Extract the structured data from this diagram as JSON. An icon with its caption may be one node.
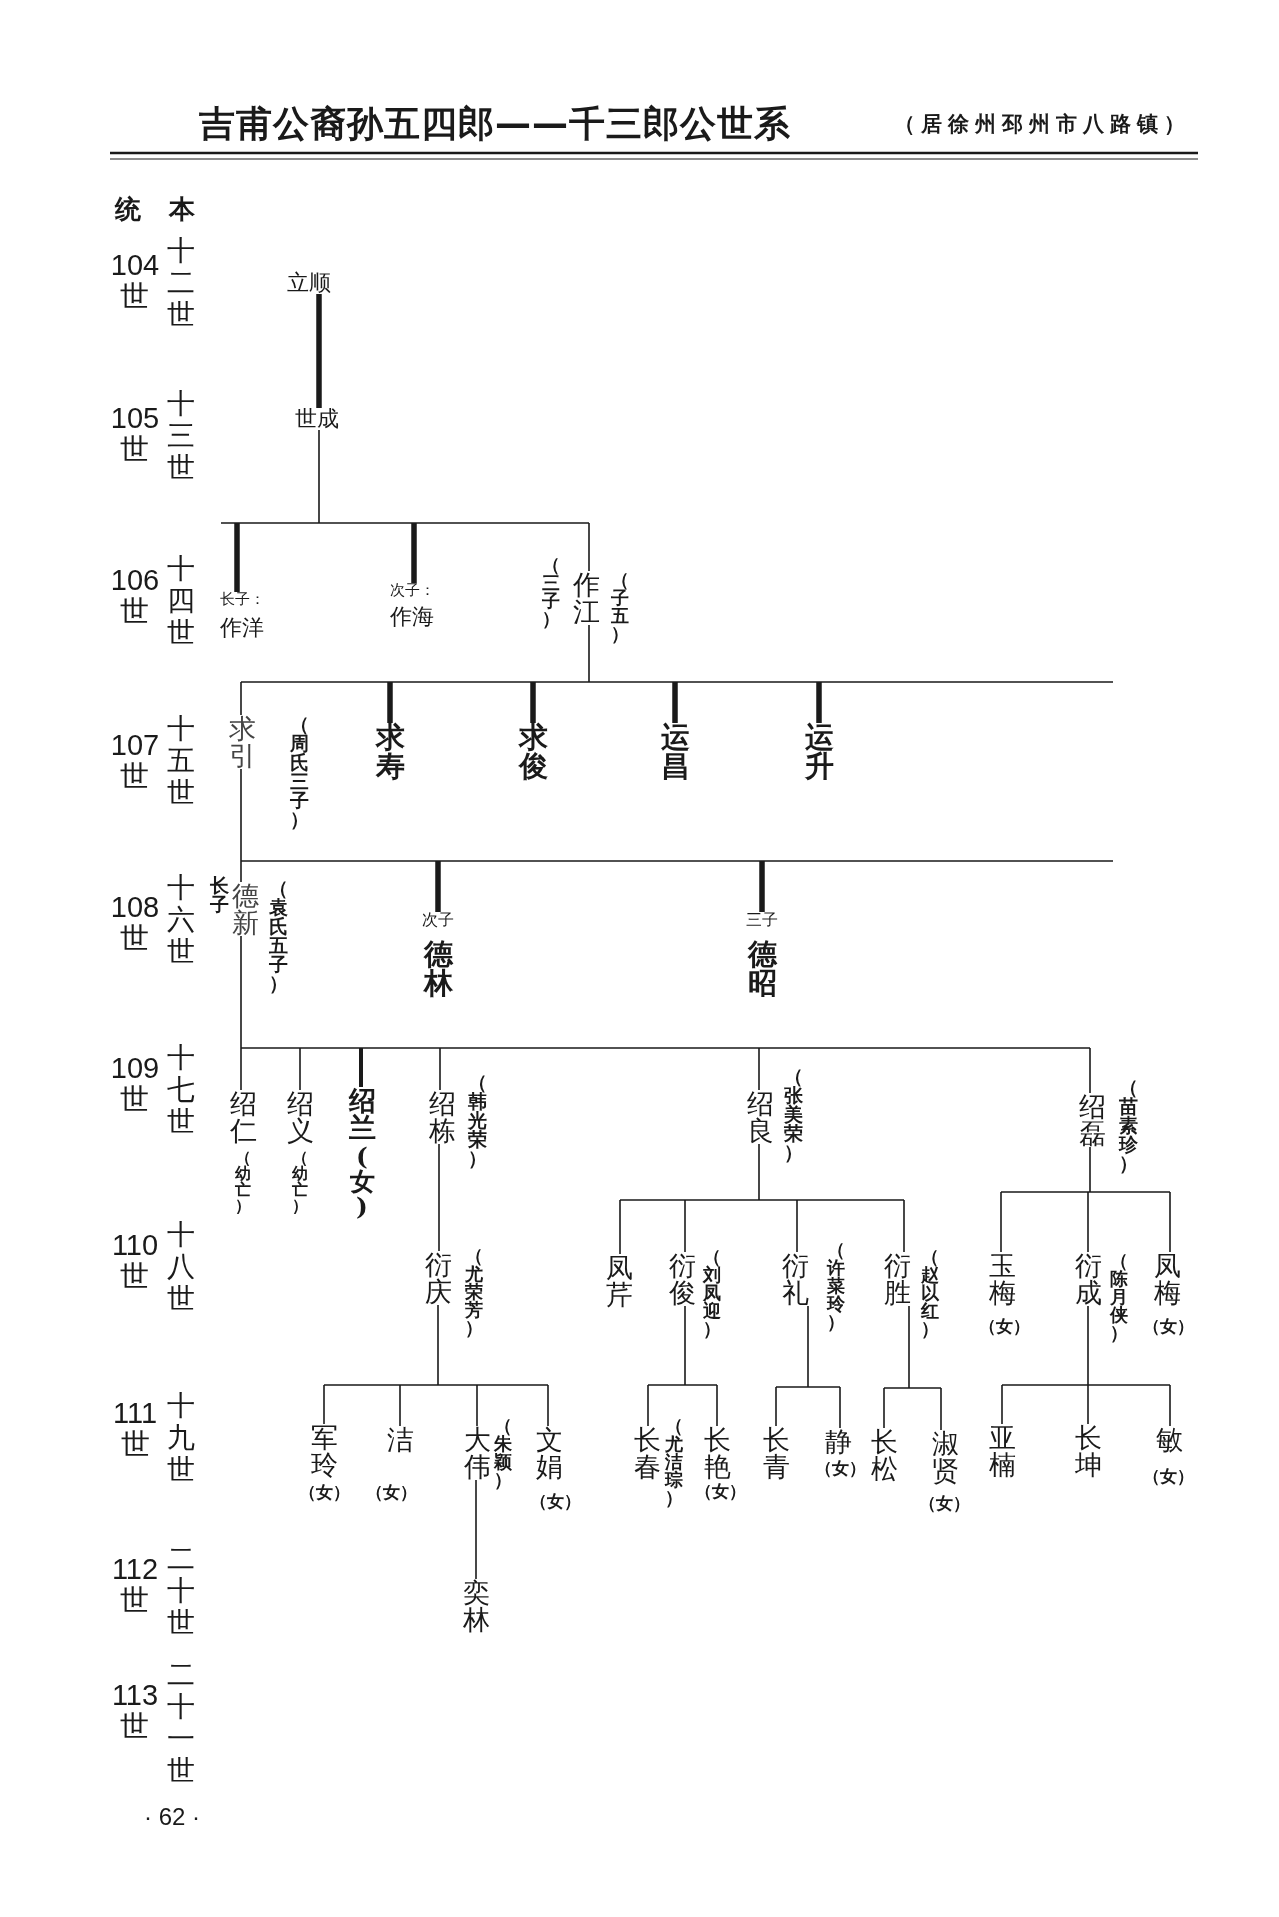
{
  "diagram": {
    "title": "吉甫公裔孙五四郎——千三郎公世系",
    "nodes": [
      {
        "text": [
          "立顺"
        ]
      },
      {
        "text": [
          "世成"
        ]
      },
      {
        "text": [
          "作洋"
        ],
        "beside": [
          "长子："
        ]
      },
      {
        "text": [
          "作海"
        ],
        "beside": [
          "次子："
        ]
      },
      {
        "text": [
          "作江"
        ],
        "beside": [
          "（三子）",
          "（子五）"
        ]
      },
      {
        "text": [
          "求引"
        ],
        "beside": [
          "（周氏三子）"
        ]
      },
      {
        "text": [
          "求寿"
        ]
      },
      {
        "text": [
          "求俊"
        ]
      },
      {
        "text": [
          "运昌"
        ]
      },
      {
        "text": [
          "运升"
        ]
      },
      {
        "text": [
          "德新"
        ],
        "beside": [
          "长子",
          "（袁氏五子）"
        ]
      },
      {
        "text": [
          "德林"
        ],
        "beside": [
          "次子"
        ]
      },
      {
        "text": [
          "德昭"
        ],
        "beside": [
          "三子"
        ]
      },
      {
        "text": [
          "绍仁"
        ],
        "beside": [
          "（幼亡）"
        ]
      },
      {
        "text": [
          "绍义"
        ],
        "beside": [
          "（幼亡）"
        ]
      },
      {
        "text": [
          "绍兰"
        ],
        "beside": [
          "(女)"
        ]
      },
      {
        "text": [
          "绍栋"
        ],
        "beside": [
          "（韩光荣）"
        ]
      },
      {
        "text": [
          "绍良"
        ],
        "beside": [
          "（张美荣）"
        ]
      },
      {
        "text": [
          "绍磊"
        ],
        "beside": [
          "（苗素珍）"
        ]
      },
      {
        "text": [
          "衍庆"
        ],
        "beside": [
          "（尤荣芳）"
        ]
      },
      {
        "text": [
          "凤芹"
        ]
      },
      {
        "text": [
          "衍俊"
        ],
        "beside": [
          "（刘凤迎）"
        ]
      },
      {
        "text": [
          "衍礼"
        ],
        "beside": [
          "（许菜玲）"
        ]
      },
      {
        "text": [
          "衍胜"
        ],
        "beside": [
          "（赵以红）"
        ]
      },
      {
        "text": [
          "玉梅"
        ],
        "beside": [
          "（女）"
        ]
      },
      {
        "text": [
          "衍成"
        ],
        "beside": [
          "（陈月侠）"
        ]
      },
      {
        "text": [
          "凤梅"
        ],
        "beside": [
          "（女）"
        ]
      },
      {
        "text": [
          "军玲"
        ],
        "beside": [
          "（女）"
        ]
      },
      {
        "text": [
          "洁"
        ],
        "beside": [
          "（女）"
        ]
      },
      {
        "text": [
          "大伟"
        ],
        "beside": [
          "（朱颖）"
        ]
      },
      {
        "text": [
          "文娟"
        ],
        "beside": [
          "（女）"
        ]
      },
      {
        "text": [
          "长春"
        ],
        "beside": [
          "（尤洁琮）"
        ]
      },
      {
        "text": [
          "长艳"
        ],
        "beside": [
          "（女）"
        ]
      },
      {
        "text": [
          "长青"
        ]
      },
      {
        "text": [
          "静"
        ],
        "beside": [
          "（女）"
        ]
      },
      {
        "text": [
          "长松"
        ]
      },
      {
        "text": [
          "淑贤"
        ],
        "beside": [
          "（女）"
        ]
      },
      {
        "text": [
          "亚楠"
        ]
      },
      {
        "text": [
          "长坤"
        ]
      },
      {
        "text": [
          "敏"
        ],
        "beside": [
          "（女）"
        ]
      },
      {
        "text": [
          "奕林"
        ]
      }
    ],
    "edges": [
      {
        "from": 0,
        "to": 1,
        "arrow": "none",
        "style": "thick"
      },
      {
        "from": 1,
        "to": 2,
        "arrow": "none"
      },
      {
        "from": 1,
        "to": 3,
        "arrow": "none"
      },
      {
        "from": 1,
        "to": 4,
        "arrow": "none"
      },
      {
        "from": 4,
        "to": 5,
        "arrow": "none"
      },
      {
        "from": 4,
        "to": 6,
        "arrow": "none"
      },
      {
        "from": 4,
        "to": 7,
        "arrow": "none"
      },
      {
        "from": 4,
        "to": 8,
        "arrow": "none"
      },
      {
        "from": 4,
        "to": 9,
        "arrow": "none"
      },
      {
        "from": 5,
        "to": 10,
        "arrow": "none"
      },
      {
        "from": 5,
        "to": 11,
        "arrow": "none"
      },
      {
        "from": 5,
        "to": 12,
        "arrow": "none"
      },
      {
        "from": 10,
        "to": 13,
        "arrow": "none"
      },
      {
        "from": 10,
        "to": 14,
        "arrow": "none"
      },
      {
        "from": 10,
        "to": 15,
        "arrow": "none"
      },
      {
        "from": 10,
        "to": 16,
        "arrow": "none"
      },
      {
        "from": 10,
        "to": 17,
        "arrow": "none"
      },
      {
        "from": 10,
        "to": 18,
        "arrow": "none"
      },
      {
        "from": 16,
        "to": 19,
        "arrow": "none"
      },
      {
        "from": 17,
        "to": 20,
        "arrow": "none"
      },
      {
        "from": 17,
        "to": 21,
        "arrow": "none"
      },
      {
        "from": 17,
        "to": 22,
        "arrow": "none"
      },
      {
        "from": 17,
        "to": 23,
        "arrow": "none"
      },
      {
        "from": 18,
        "to": 24,
        "arrow": "none"
      },
      {
        "from": 18,
        "to": 25,
        "arrow": "none"
      },
      {
        "from": 18,
        "to": 26,
        "arrow": "none"
      },
      {
        "from": 19,
        "to": 27,
        "arrow": "none"
      },
      {
        "from": 19,
        "to": 28,
        "arrow": "none"
      },
      {
        "from": 19,
        "to": 29,
        "arrow": "none"
      },
      {
        "from": 19,
        "to": 30,
        "arrow": "none"
      },
      {
        "from": 21,
        "to": 31,
        "arrow": "none"
      },
      {
        "from": 21,
        "to": 32,
        "arrow": "none"
      },
      {
        "from": 22,
        "to": 33,
        "arrow": "none"
      },
      {
        "from": 22,
        "to": 34,
        "arrow": "none"
      },
      {
        "from": 23,
        "to": 35,
        "arrow": "none"
      },
      {
        "from": 23,
        "to": 36,
        "arrow": "none"
      },
      {
        "from": 25,
        "to": 37,
        "arrow": "none"
      },
      {
        "from": 25,
        "to": 38,
        "arrow": "none"
      },
      {
        "from": 25,
        "to": 39,
        "arrow": "none"
      },
      {
        "from": 29,
        "to": 40,
        "arrow": "none"
      }
    ],
    "labels": [
      "（居徐州邳州市八路镇）",
      "统",
      "本",
      "104世",
      "十二世",
      "105世",
      "十三世",
      "106世",
      "十四世",
      "107世",
      "十五世",
      "108世",
      "十六世",
      "109世",
      "十七世",
      "110世",
      "十八世",
      "111世",
      "十九世",
      "112世",
      "二十世",
      "113世",
      "二十一世",
      "· 62 ·"
    ]
  }
}
